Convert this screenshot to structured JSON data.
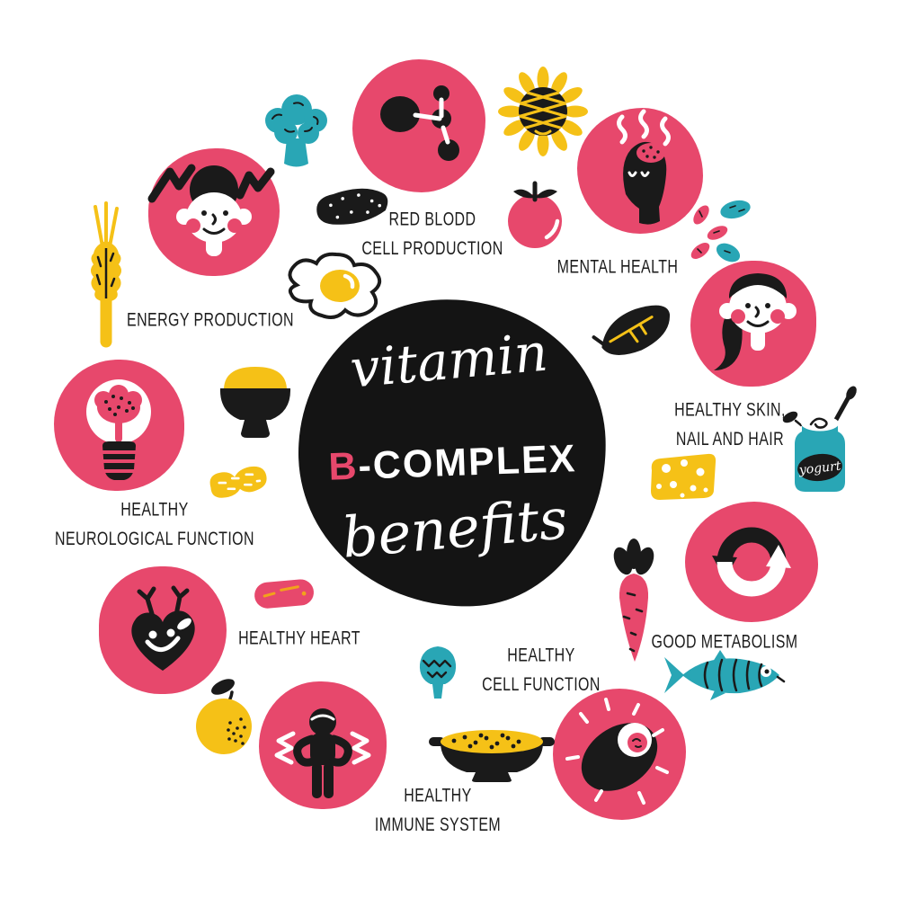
{
  "poster": {
    "center": {
      "top_word": "vitamin",
      "accent_letter": "B",
      "complex_rest": "-COMPLEX",
      "bottom_word": "benefits"
    },
    "benefits": [
      {
        "id": "red-blood-cell-production",
        "label": "RED BLODD\nCELL PRODUCTION",
        "icon": "molecule-icon"
      },
      {
        "id": "mental-health",
        "label": "MENTAL HEALTH",
        "icon": "head-brain-icon"
      },
      {
        "id": "healthy-skin-nail-hair",
        "label": "HEALTHY SKIN,\nNAIL AND HAIR",
        "icon": "woman-face-icon"
      },
      {
        "id": "good-metabolism",
        "label": "GOOD METABOLISM",
        "icon": "cycle-arrows-icon"
      },
      {
        "id": "healthy-cell-function",
        "label": "HEALTHY\nCELL FUNCTION",
        "icon": "cell-icon"
      },
      {
        "id": "healthy-immune-system",
        "label": "HEALTHY\nIMMUNE SYSTEM",
        "icon": "strong-person-icon"
      },
      {
        "id": "healthy-heart",
        "label": "HEALTHY HEART",
        "icon": "smiling-heart-icon"
      },
      {
        "id": "healthy-neurological-function",
        "label": "HEALTHY\nNEUROLOGICAL FUNCTION",
        "icon": "brain-bulb-icon"
      },
      {
        "id": "energy-production",
        "label": "ENERGY PRODUCTION",
        "icon": "energized-face-icon"
      }
    ],
    "decorations": [
      "wheat",
      "broccoli",
      "black-pickle",
      "fried-egg",
      "sunflower",
      "tomato",
      "nuts-and-beans",
      "spinach-leaf",
      "cheese",
      "yogurt-jar",
      "rice-bowl",
      "peanut",
      "sausage",
      "orange",
      "artichoke",
      "paella-pan",
      "carrot",
      "fish"
    ],
    "yogurt_text": "yogurt",
    "colors": {
      "pink": "#E7486C",
      "black": "#1A1A1A",
      "teal": "#29A6B5",
      "yellow": "#F5C117",
      "white": "#FFFFFF"
    }
  }
}
